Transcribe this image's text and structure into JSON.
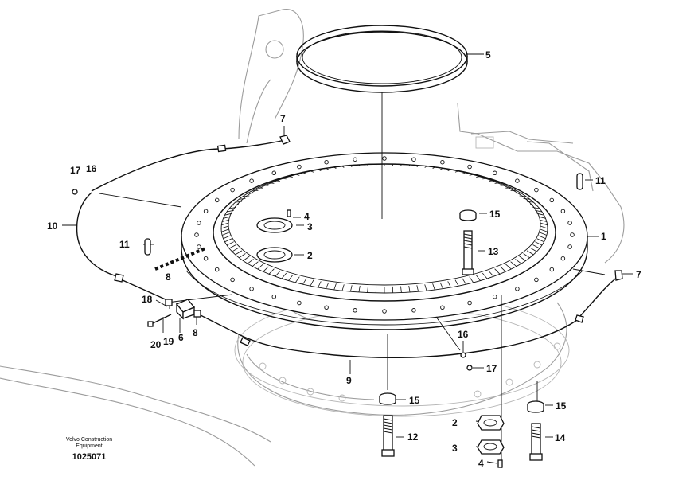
{
  "callouts": {
    "c1": "1",
    "c2a": "2",
    "c2b": "2",
    "c3a": "3",
    "c3b": "3",
    "c4a": "4",
    "c4b": "4",
    "c5": "5",
    "c6": "6",
    "c7a": "7",
    "c7b": "7",
    "c8a": "8",
    "c8b": "8",
    "c9": "9",
    "c10": "10",
    "c11a": "11",
    "c11b": "11",
    "c12": "12",
    "c13": "13",
    "c14": "14",
    "c15a": "15",
    "c15b": "15",
    "c15c": "15",
    "c16a": "16",
    "c16b": "16",
    "c17a": "17",
    "c17b": "17",
    "c18": "18",
    "c19": "19",
    "c20": "20"
  },
  "caption": {
    "company_line1": "Volvo Construction",
    "company_line2": "Equipment",
    "drawing_number": "1025071"
  }
}
